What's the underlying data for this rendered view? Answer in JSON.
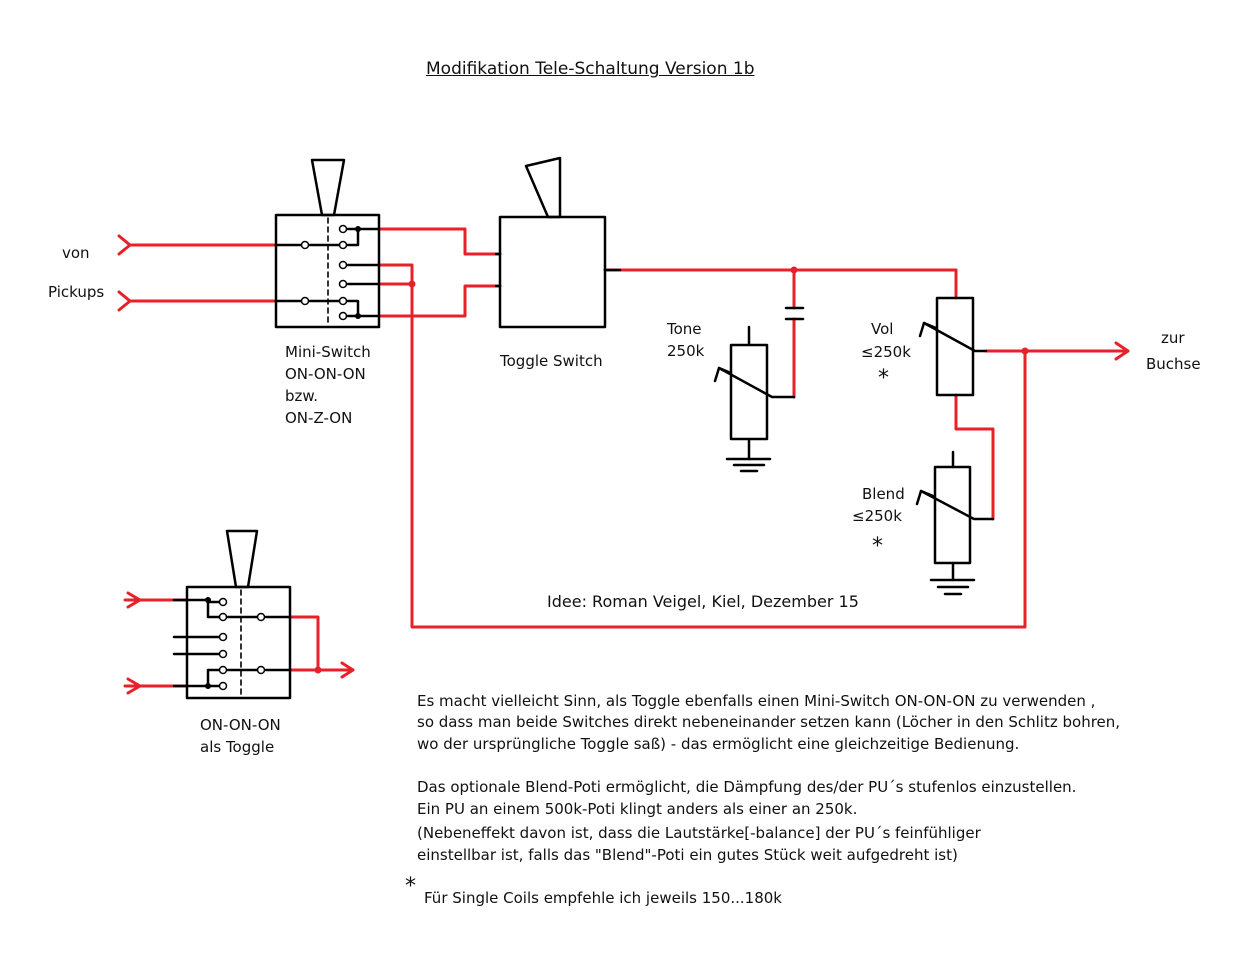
{
  "title": "Modifikation Tele-Schaltung Version 1b",
  "inputs": {
    "line1": "von",
    "line2": "Pickups"
  },
  "mini_switch": {
    "l1": "Mini-Switch",
    "l2": "ON-ON-ON",
    "l3": "bzw.",
    "l4": "ON-Z-ON"
  },
  "toggle": {
    "label": "Toggle Switch"
  },
  "tone": {
    "l1": "Tone",
    "l2": "250k"
  },
  "vol": {
    "l1": "Vol",
    "l2": "≤250k",
    "star": "*"
  },
  "blend": {
    "l1": "Blend",
    "l2": "≤250k",
    "star": "*"
  },
  "output": {
    "l1": "zur",
    "l2": "Buchse"
  },
  "credit": "Idee: Roman Veigel, Kiel, Dezember 15",
  "alt_switch": {
    "l1": "ON-ON-ON",
    "l2": "als Toggle"
  },
  "notes": {
    "p1": [
      "Es macht vielleicht Sinn, als Toggle ebenfalls einen Mini-Switch ON-ON-ON zu verwenden ,",
      "so dass man beide Switches direkt nebeneinander setzen kann (Löcher in den Schlitz bohren,",
      "wo der ursprüngliche Toggle saß) - das ermöglicht eine gleichzeitige Bedienung."
    ],
    "p2": [
      "Das optionale Blend-Poti ermöglicht, die Dämpfung des/der PU´s stufenlos einzustellen.",
      "Ein PU an einem 500k-Poti klingt anders als einer an 250k.",
      "(Nebeneffekt davon ist, dass die Lautstärke[-balance] der PU´s feinfühliger",
      "einstellbar ist, falls das \"Blend\"-Poti ein gutes Stück weit aufgedreht ist)"
    ],
    "footnote_star": "*",
    "footnote": "Für Single Coils empfehle ich jeweils 150...180k"
  },
  "colors": {
    "wire": "#e8202a",
    "line": "#000000"
  }
}
